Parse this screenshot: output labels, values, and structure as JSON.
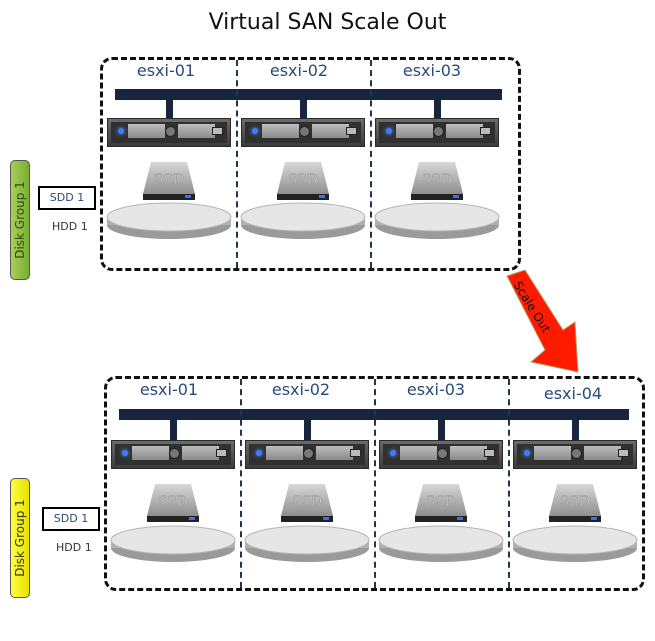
{
  "title": "Virtual SAN Scale Out",
  "colors": {
    "before_disk_group": "#8cbf3f",
    "after_disk_group": "#f5f000",
    "arrow": "#ff1a00",
    "host_label": "#2a4a78",
    "network": "#17263e"
  },
  "before": {
    "hosts": [
      "esxi-01",
      "esxi-02",
      "esxi-03"
    ],
    "disk_group_label": "Disk Group 1",
    "sdd_label": "SDD 1",
    "hdd_label": "HDD 1",
    "ssd_icon_text": "SSD"
  },
  "arrow": {
    "label": "Scale Out"
  },
  "after": {
    "hosts": [
      "esxi-01",
      "esxi-02",
      "esxi-03",
      "esxi-04"
    ],
    "disk_group_label": "Disk Group 1",
    "sdd_label": "SDD 1",
    "hdd_label": "HDD 1",
    "ssd_icon_text": "SSD"
  }
}
